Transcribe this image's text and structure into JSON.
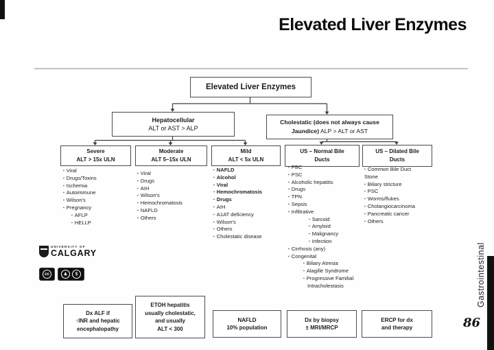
{
  "page": {
    "title": "Elevated Liver Enzymes",
    "page_number": "86",
    "side_label": "Gastrointestinal"
  },
  "logo": {
    "line1": "UNIVERSITY OF",
    "line2": "CALGARY",
    "license_icons": {
      "cc": "cc",
      "person": "♟",
      "no_dollar": "$"
    }
  },
  "flowchart": {
    "root": "Elevated Liver Enzymes",
    "hepatocellular": {
      "title": "Hepatocellular",
      "criteria": "ALT or AST > ALP"
    },
    "cholestatic": {
      "title_bold": "Cholestatic (does not always cause Jaundice)",
      "criteria": "ALP > ALT or AST"
    }
  },
  "columns": [
    {
      "header": {
        "line1": "Severe",
        "line2": "ALT > 15x ULN"
      },
      "items": [
        {
          "text": "Viral",
          "level": 0
        },
        {
          "text": "Drugs/Toxins",
          "level": 0
        },
        {
          "text": "Ischemia",
          "level": 0
        },
        {
          "text": "Autoimmune",
          "level": 0
        },
        {
          "text": "Wilson's",
          "level": 0
        },
        {
          "text": "Pregnancy",
          "level": 0
        },
        {
          "text": "AFLP",
          "level": 1
        },
        {
          "text": "HELLP",
          "level": 1
        }
      ]
    },
    {
      "header": {
        "line1": "Moderate",
        "line2": "ALT 5–15x ULN"
      },
      "items": [
        {
          "text": "Viral",
          "level": 0
        },
        {
          "text": "Drugs",
          "level": 0
        },
        {
          "text": "AIH",
          "level": 0
        },
        {
          "text": "Wilson's",
          "level": 0
        },
        {
          "text": "Hemochromatosis",
          "level": 0
        },
        {
          "text": "NAFLD",
          "level": 0
        },
        {
          "text": "Others",
          "level": 0
        }
      ]
    },
    {
      "header": {
        "line1": "Mild",
        "line2": "ALT < 5x ULN"
      },
      "items": [
        {
          "text": "NAFLD",
          "level": 0,
          "bold": true
        },
        {
          "text": "Alcohol",
          "level": 0,
          "bold": true
        },
        {
          "text": "Viral",
          "level": 0,
          "bold": true
        },
        {
          "text": "Hemochromatosis",
          "level": 0,
          "bold": true
        },
        {
          "text": "Drugs",
          "level": 0,
          "bold": true
        },
        {
          "text": "AIH",
          "level": 0
        },
        {
          "text": "A1AT deficiency",
          "level": 0
        },
        {
          "text": "Wilson's",
          "level": 0
        },
        {
          "text": "Others",
          "level": 0
        },
        {
          "text": "Cholestatic disease",
          "level": 0
        }
      ]
    },
    {
      "header": {
        "line1": "US – Normal Bile",
        "line2": "Ducts"
      },
      "items": [
        {
          "text": "PBC",
          "level": 0
        },
        {
          "text": "PSC",
          "level": 0
        },
        {
          "text": "Alcoholic hepatitis",
          "level": 0
        },
        {
          "text": "Drugs",
          "level": 0
        },
        {
          "text": "TPN",
          "level": 0
        },
        {
          "text": "Sepsis",
          "level": 0
        },
        {
          "text": "Infiltrative",
          "level": 0
        },
        {
          "text": "Sarcoid",
          "level": 2
        },
        {
          "text": "Amyloid",
          "level": 2
        },
        {
          "text": "Malignancy",
          "level": 2
        },
        {
          "text": "Infection",
          "level": 2
        },
        {
          "text": "Cirrhosis (any)",
          "level": 0
        },
        {
          "text": "Congenital",
          "level": 0
        },
        {
          "text": "Biliary Atresia",
          "level": 3
        },
        {
          "text": "Alagille Syndrome",
          "level": 3
        },
        {
          "text": "Progressive Familial",
          "level": 3
        },
        {
          "text": "Intracholestasis",
          "level": 4,
          "bullet": false
        }
      ]
    },
    {
      "header": {
        "line1": "US – Dilated Bile",
        "line2": "Ducts"
      },
      "items": [
        {
          "text": "Common Bile Duct",
          "level": 0
        },
        {
          "text": "Stone",
          "level": 0,
          "bullet": false
        },
        {
          "text": "Biliary stricture",
          "level": 0
        },
        {
          "text": "PSC",
          "level": 0
        },
        {
          "text": "Worms/flukes",
          "level": 0
        },
        {
          "text": "Cholangiocarcinoma",
          "level": 0
        },
        {
          "text": "Pancreatic cancer",
          "level": 0
        },
        {
          "text": "Others",
          "level": 0
        }
      ]
    }
  ],
  "footnotes": [
    {
      "lines": [
        "Dx ALF if",
        "↑INR and hepatic",
        "encephalopathy"
      ]
    },
    {
      "lines": [
        "ETOH hepatitis",
        "usually cholestatic,",
        "and usually",
        "ALT < 300"
      ]
    },
    {
      "lines": [
        "NAFLD",
        "10% population"
      ]
    },
    {
      "lines": [
        "Dx by biopsy",
        "± MRI/MRCP"
      ]
    },
    {
      "lines": [
        "ERCP for dx",
        "and therapy"
      ]
    }
  ]
}
